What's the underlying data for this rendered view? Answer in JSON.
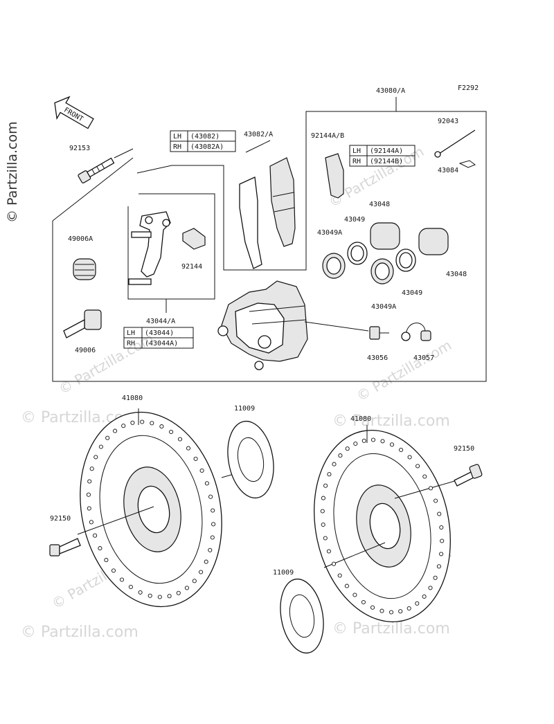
{
  "figure_code": "F2292",
  "front_arrow_label": "FRONT",
  "watermark": "© Partzilla.com",
  "labels": {
    "caliper_assy": "43080/A",
    "pin": "92043",
    "clip": "43084",
    "pad_shim": "92144A/B",
    "pad": "43082/A",
    "bleeder_cap_bolt": "92153",
    "boot_a": "49006A",
    "slide_pin": "49006",
    "spring_clip": "92144",
    "bracket": "43044/A",
    "piston_upper": "43048",
    "seal_upper": "43049",
    "dust_seal_upper": "43049A",
    "piston_lower": "43048",
    "seal_lower": "43049",
    "dust_seal_lower": "43049A",
    "bleeder_valve": "43056",
    "bleeder_cap": "43057",
    "disc_left": "41080",
    "spacer_left": "11009",
    "bolt_left": "92150",
    "disc_right": "41080",
    "spacer_right": "11009",
    "bolt_right": "92150"
  },
  "tables": {
    "pad": [
      {
        "side": "LH",
        "code": "(43082)"
      },
      {
        "side": "RH",
        "code": "(43082A)"
      }
    ],
    "shim": [
      {
        "side": "LH",
        "code": "(92144A)"
      },
      {
        "side": "RH",
        "code": "(92144B)"
      }
    ],
    "bracket": [
      {
        "side": "LH",
        "code": "(43044)"
      },
      {
        "side": "RH",
        "code": "(43044A)"
      }
    ]
  }
}
